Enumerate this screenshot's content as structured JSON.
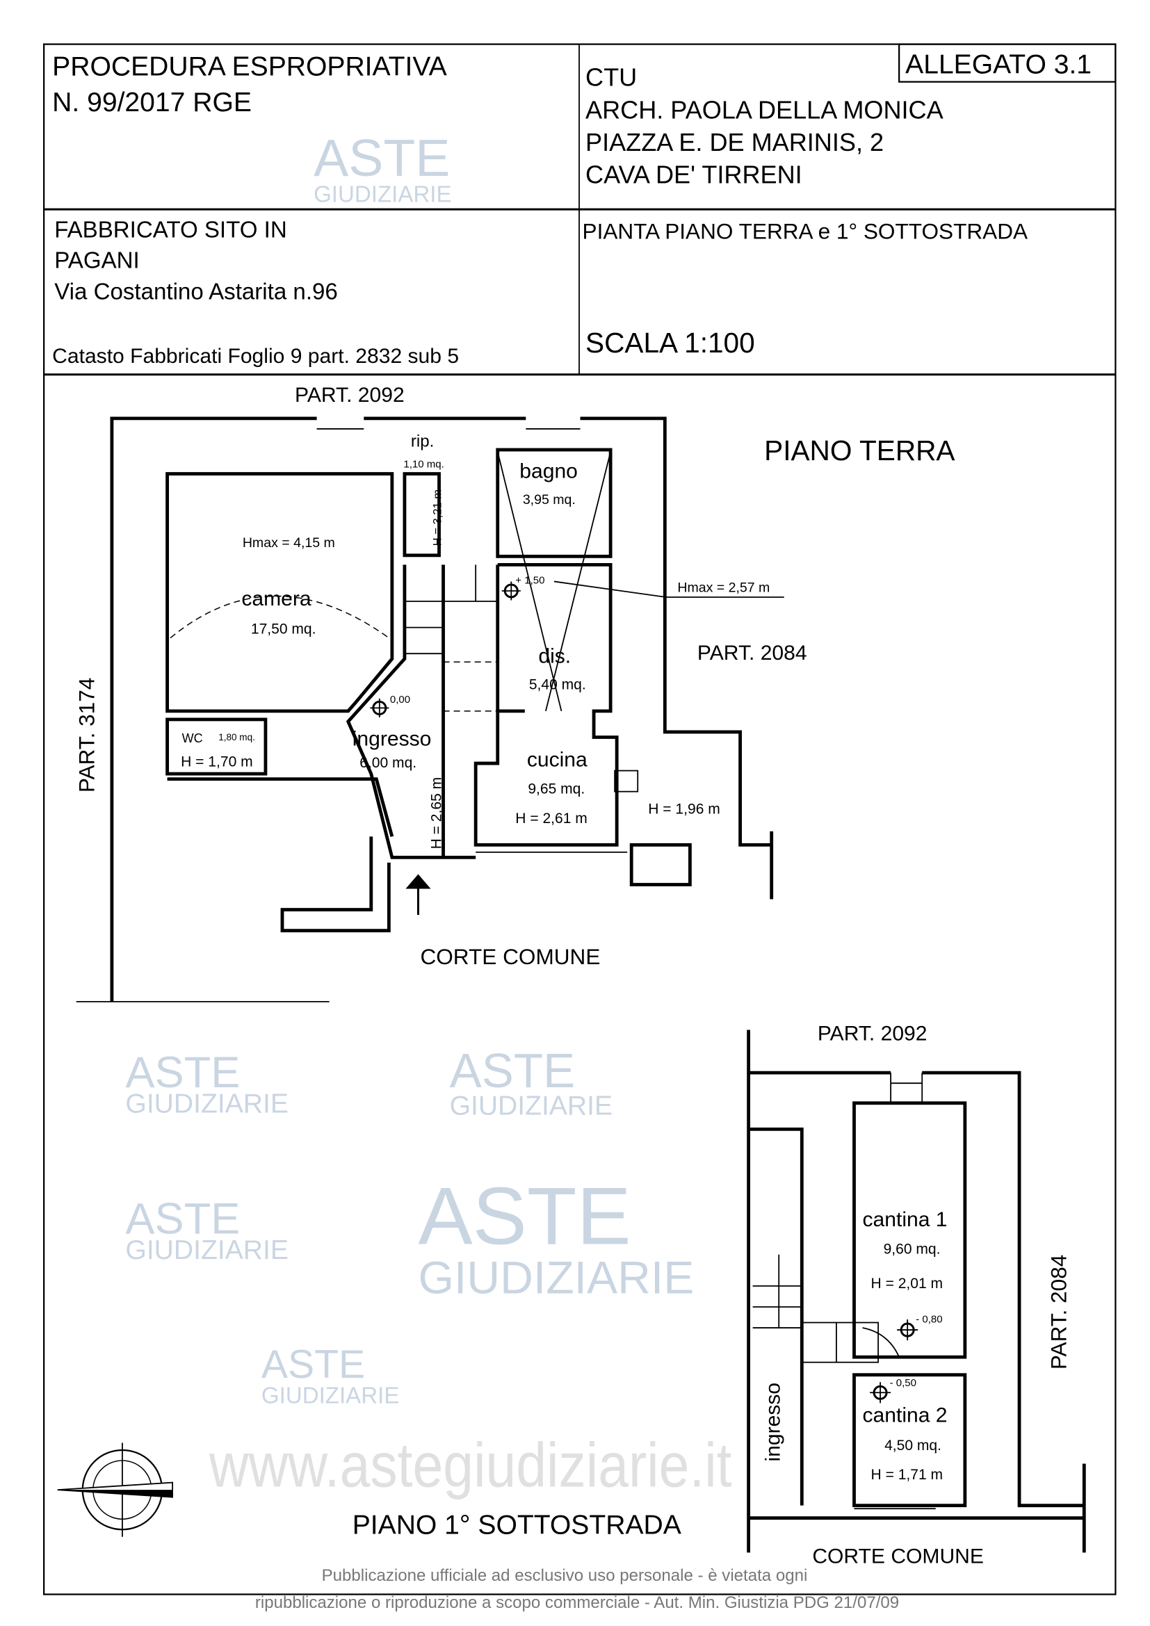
{
  "header": {
    "procedure_line1": "PROCEDURA ESPROPRIATIVA",
    "procedure_line2": "N. 99/2017 RGE",
    "attachment": "ALLEGATO 3.1",
    "ctu_label": "CTU",
    "ctu_name": "ARCH. PAOLA DELLA MONICA",
    "ctu_address": "PIAZZA E. DE MARINIS, 2",
    "ctu_city": "CAVA DE' TIRRENI",
    "building_line1": "FABBRICATO SITO IN",
    "building_city": "PAGANI",
    "building_address": "Via Costantino Astarita n.96",
    "cadastre": "Catasto Fabbricati Foglio 9 part. 2832 sub 5",
    "drawing_title": "PIANTA PIANO TERRA e 1° SOTTOSTRADA",
    "scale": "SCALA 1:100"
  },
  "ground_floor": {
    "title": "PIANO TERRA",
    "part_top": "PART. 2092",
    "part_left": "PART. 3174",
    "part_right": "PART. 2084",
    "courtyard": "CORTE COMUNE",
    "rooms": {
      "rip": {
        "name": "rip.",
        "area": "1,10 mq.",
        "height": "H = 3,21 m"
      },
      "bagno": {
        "name": "bagno",
        "area": "3,95 mq."
      },
      "camera": {
        "name": "camera",
        "area": "17,50 mq.",
        "height": "Hmax = 4,15 m"
      },
      "dis": {
        "name": "dis.",
        "area": "5,40 mq.",
        "height": "Hmax = 2,57 m"
      },
      "wc": {
        "name": "WC",
        "area": "1,80 mq.",
        "height": "H = 1,70 m"
      },
      "ingresso": {
        "name": "ingresso",
        "area": "6,00 mq.",
        "height": "H = 2,65 m"
      },
      "cucina": {
        "name": "cucina",
        "area": "9,65 mq.",
        "height": "H = 2,61 m"
      },
      "annex": {
        "height": "H = 1,96 m"
      }
    },
    "levels": {
      "dis": "+ 1,50",
      "ingresso": "0,00"
    }
  },
  "basement": {
    "title": "PIANO 1° SOTTOSTRADA",
    "part_top": "PART. 2092",
    "part_right": "PART. 2084",
    "courtyard": "CORTE COMUNE",
    "ingresso": "ingresso",
    "cantina1": {
      "name": "cantina 1",
      "area": "9,60 mq.",
      "height": "H = 2,01 m",
      "level": "- 0,80"
    },
    "cantina2": {
      "name": "cantina 2",
      "area": "4,50 mq.",
      "height": "H = 1,71 m",
      "level": "- 0,50"
    }
  },
  "watermark": {
    "brand_top": "ASTE",
    "brand_bottom": "GIUDIZIARIE",
    "url": "www.astegiudiziarie.it"
  },
  "footer": {
    "line1": "Pubblicazione ufficiale ad esclusivo uso personale - è vietata ogni",
    "line2": "ripubblicazione o riproduzione a scopo commerciale - Aut. Min. Giustizia PDG 21/07/09"
  }
}
